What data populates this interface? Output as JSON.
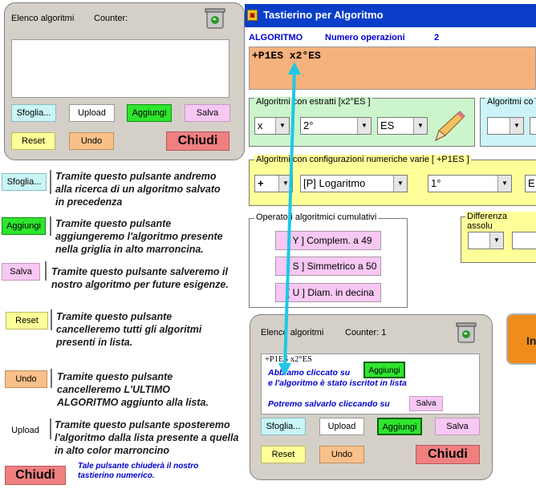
{
  "panel_top": {
    "title": "Elenco algoritmi",
    "counter_label": "Counter:",
    "list_text": "",
    "buttons": {
      "sfoglia": "Sfoglia...",
      "upload": "Upload",
      "aggiungi": "Aggiungi",
      "salva": "Salva",
      "reset": "Reset",
      "undo": "Undo",
      "chiudi": "Chiudi"
    }
  },
  "legend": [
    {
      "label": "Sfoglia...",
      "text": "Tramite questo pulsante andremo alla ricerca di un algoritmo salvato in precedenza"
    },
    {
      "label": "Aggiungi",
      "text": "Tramite questo pulsante aggiungeremo l'algoritmo presente nella griglia in alto marroncina."
    },
    {
      "label": "Salva",
      "text": "Tramite questo pulsante salveremo il nostro algoritmo per future esigenze."
    },
    {
      "label": "Reset",
      "text": "Tramite questo pulsante cancelleremo tutti gli algoritmi presenti in lista."
    },
    {
      "label": "Undo",
      "text": "Tramite questo pulsante cancelleremo L'ULTIMO ALGORITMO aggiunto alla lista."
    },
    {
      "label": "Upload",
      "text": "Tramite questo pulsante sposteremo l'algoritmo dalla lista presente a quella in alto color marroncino"
    },
    {
      "label": "Chiudi",
      "text": "Tale pulsante chiuderà il nostro tastierino numerico."
    }
  ],
  "window": {
    "title": "Tastierino per Algoritmo",
    "algoritmo_label": "ALGORITMO",
    "numero_label": "Numero operazioni",
    "numero_value": "2",
    "algoritmo_value": "+P1ES x2°ES",
    "group_estratti": {
      "title": "Algoritmi con estratti  [x2°ES ]",
      "combo1": "x",
      "combo2": "2°",
      "combo3": "ES"
    },
    "group_right_cut": {
      "title": "Algoritmi co"
    },
    "group_config": {
      "title": "Algoritmi con configurazioni numeriche varie  [ +P1ES ]",
      "combo1": "+",
      "combo2": "[P] Logaritmo",
      "combo3": "1°",
      "combo4": "E"
    },
    "group_cumulativi": {
      "title": "Operatori algoritmici cumulativi",
      "b1": "[ Y ] Complem. a 49",
      "b2": "[ S ] Simmetrico  a 50",
      "b3": "[ U ] Diam. in decina"
    },
    "group_differenza": {
      "title": "Differenza assolu"
    },
    "cut_button": "In"
  },
  "panel_bottom": {
    "title": "Elenco algoritmi",
    "counter_label": "Counter: 1",
    "list_line": "+P1ES x2°ES",
    "note1": "Abbiamo cliccato su",
    "note2": "e l'algoritmo è stato iscritot in lista",
    "note3": "Potremo salvarlo cliccando su",
    "buttons": {
      "sfoglia": "Sfoglia...",
      "upload": "Upload",
      "aggiungi": "Aggiungi",
      "salva": "Salva",
      "reset": "Reset",
      "undo": "Undo",
      "chiudi": "Chiudi",
      "aggiungi_inline": "Aggiungi",
      "salva_inline": "Salva"
    }
  },
  "colors": {
    "titlebar": "#0a3ec9",
    "algobox": "#f7b27c",
    "green_group": "#ccf5cc",
    "yellow_group": "#ffff99",
    "arrow": "#1ec8e6"
  }
}
